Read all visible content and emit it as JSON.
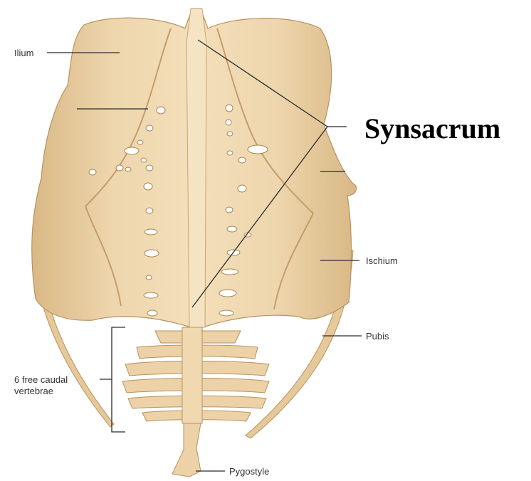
{
  "labels": {
    "ilium": "Ilium",
    "synsacrum": "Synsacrum",
    "ischium": "Ischium",
    "pubis": "Pubis",
    "caudal_line1": "6 free caudal",
    "caudal_line2": "vertebrae",
    "pygostyle": "Pygostyle"
  },
  "colors": {
    "bone": "#eed6ad",
    "bone_shadow": "#d9b885",
    "bone_dark": "#c39e6a",
    "foramen": "#ffffff"
  }
}
